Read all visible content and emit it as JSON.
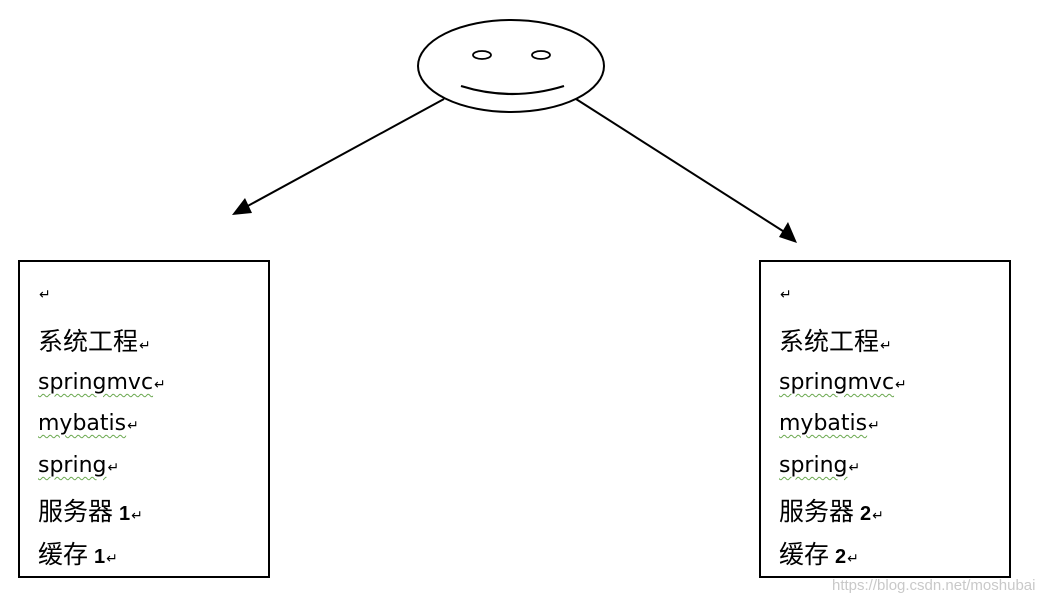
{
  "servers": [
    {
      "lines": {
        "system": "系统工程",
        "framework_mvc": "springmvc",
        "framework_orm": "mybatis",
        "framework_core": "spring",
        "server_label": "服务器",
        "server_number": "1",
        "cache_label": "缓存",
        "cache_number": "1"
      }
    },
    {
      "lines": {
        "system": "系统工程",
        "framework_mvc": "springmvc",
        "framework_orm": "mybatis",
        "framework_core": "spring",
        "server_label": "服务器",
        "server_number": "2",
        "cache_label": "缓存",
        "cache_number": "2"
      }
    }
  ],
  "paragraph_mark": "↵",
  "watermark": "https://blog.csdn.net/moshubai",
  "icons": {
    "user": "smiley-face-icon",
    "arrow": "arrowhead-icon"
  }
}
